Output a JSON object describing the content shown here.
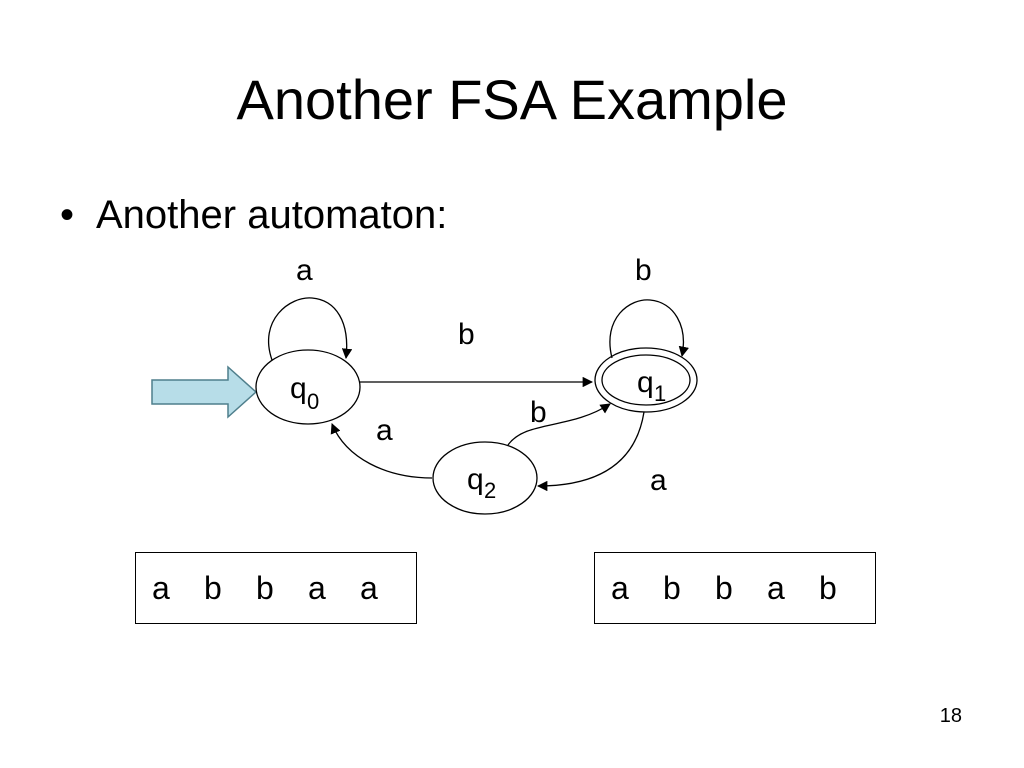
{
  "slide": {
    "title": "Another FSA Example",
    "bullet_marker": "•",
    "bullet_text": "Another automaton:",
    "page_number": "18"
  },
  "automaton": {
    "states": [
      {
        "id": "q0",
        "label": "q",
        "subscript": "0",
        "start": true,
        "accepting": false
      },
      {
        "id": "q1",
        "label": "q",
        "subscript": "1",
        "start": false,
        "accepting": true
      },
      {
        "id": "q2",
        "label": "q",
        "subscript": "2",
        "start": false,
        "accepting": false
      }
    ],
    "transitions": {
      "q0_loop": "a",
      "q0_to_q1": "b",
      "q1_loop": "b",
      "q1_to_q2": "a",
      "q2_to_q1": "b",
      "q2_to_q0": "a"
    },
    "colors": {
      "start_arrow_fill": "#b7dde8",
      "start_arrow_stroke": "#4f7f8c",
      "edge": "#000000"
    }
  },
  "input_strings": {
    "left": [
      "a",
      "b",
      "b",
      "a",
      "a"
    ],
    "right": [
      "a",
      "b",
      "b",
      "a",
      "b"
    ]
  }
}
